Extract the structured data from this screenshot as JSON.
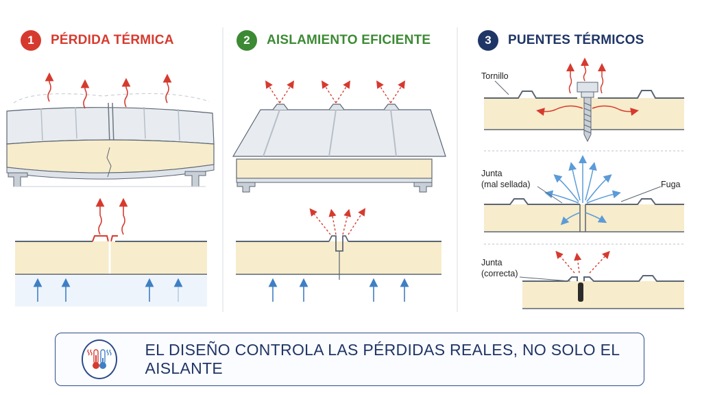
{
  "sections": [
    {
      "number": "1",
      "title": "PÉRDIDA TÉRMICA",
      "color": "#d63a2f"
    },
    {
      "number": "2",
      "title": "AISLAMIENTO EFICIENTE",
      "color": "#3c8a34"
    },
    {
      "number": "3",
      "title": "PUENTES TÉRMICOS",
      "color": "#1f3566"
    }
  ],
  "labels": {
    "tornillo": "Tornillo",
    "junta_mal_1": "Junta",
    "junta_mal_2": "(mal sellada)",
    "fuga": "Fuga",
    "junta_ok_1": "Junta",
    "junta_ok_2": "(correcta)"
  },
  "footer": {
    "text": "EL DISEÑO CONTROLA LAS PÉRDIDAS REALES, NO SOLO EL AISLANTE"
  },
  "colors": {
    "heat_arrow": "#d63a2f",
    "cold_arrow": "#3f7fc4",
    "foam": "#f7eccb",
    "steel": "#e8ecf1",
    "outline": "#5a6472"
  }
}
